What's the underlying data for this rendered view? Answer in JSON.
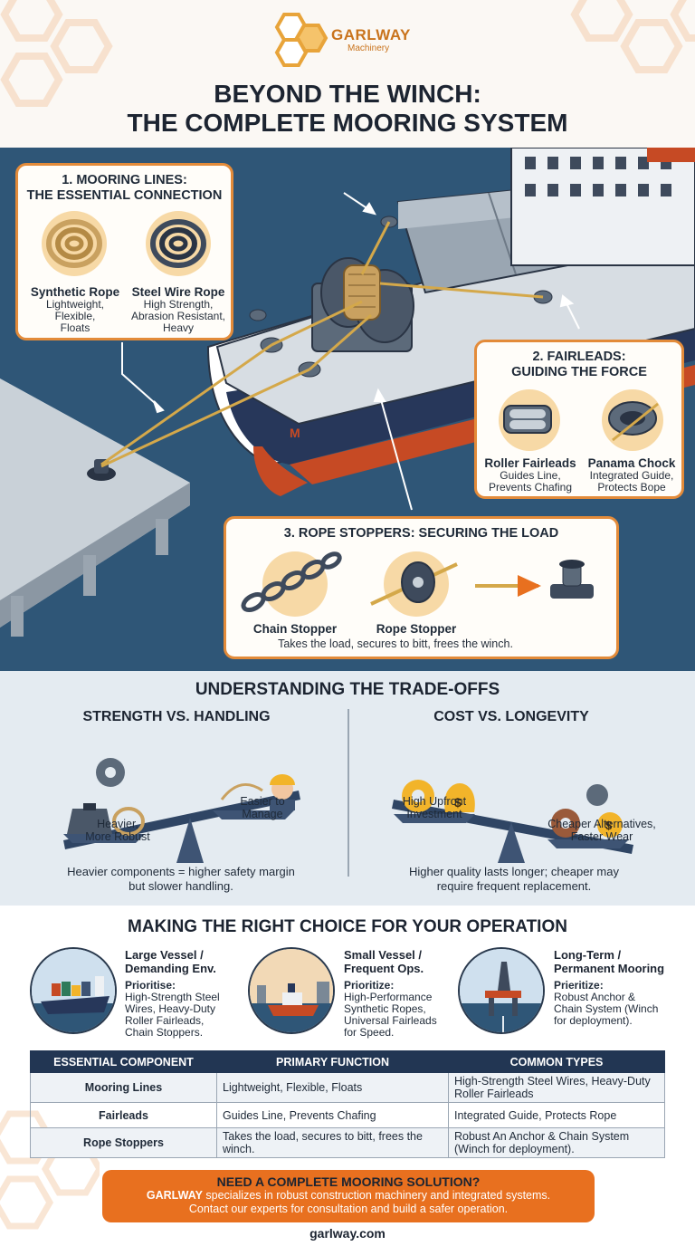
{
  "brand": {
    "name": "GARLWAY",
    "sub": "Machinery"
  },
  "title_line1": "BEYOND THE WINCH:",
  "title_line2": "THE COMPLETE MOORING SYSTEM",
  "mooring_lines": {
    "title_line1": "1. MOORING LINES:",
    "title_line2": "THE ESSENTIAL CONNECTION",
    "items": [
      {
        "name": "Synthetic Rope",
        "desc": [
          "Lightweight,",
          "Flexible,",
          "Floats"
        ]
      },
      {
        "name": "Steel Wire Rope",
        "desc": [
          "High Strength,",
          "Abrasion Resistant,",
          "Heavy"
        ]
      }
    ]
  },
  "fairleads": {
    "title_line1": "2. FAIRLEADS:",
    "title_line2": "GUIDING THE FORCE",
    "items": [
      {
        "name": "Roller Fairleads",
        "desc": [
          "Guides Line,",
          "Prevents Chafing"
        ]
      },
      {
        "name": "Panama Chock",
        "desc": [
          "Integrated Guide,",
          "Protects Bope"
        ]
      }
    ]
  },
  "stoppers": {
    "title": "3. ROPE STOPPERS: SECURING THE LOAD",
    "items": [
      "Chain Stopper",
      "Rope Stopper"
    ],
    "caption": "Takes the load, secures to bitt, frees the winch."
  },
  "tradeoffs": {
    "title": "UNDERSTANDING THE TRADE-OFFS",
    "left": {
      "title": "STRENGTH VS. HANDLING",
      "low_label": [
        "Heavier,",
        "More Robust"
      ],
      "high_label": [
        "Easier to",
        "Manage"
      ],
      "note": [
        "Heavier components = higher safety margin",
        "but slower handling."
      ]
    },
    "right": {
      "title": "COST VS. LONGEVITY",
      "high_label": [
        "High Upfront",
        "Investment"
      ],
      "low_label": [
        "Cheaper Alternatives,",
        "Faster Wear"
      ],
      "note": [
        "Higher quality lasts longer; cheaper may",
        "require frequent replacement."
      ]
    }
  },
  "choice": {
    "title": "MAKING THE RIGHT CHOICE FOR YOUR OPERATION",
    "cases": [
      {
        "head": [
          "Large Vessel /",
          "Demanding Env."
        ],
        "body": [
          "Prioritise:",
          "High-Strength Steel",
          "Wires, Heavy-Duty",
          "Roller Fairleads,",
          "Chain Stoppers."
        ]
      },
      {
        "head": [
          "Small Vessel /",
          "Frequent Ops."
        ],
        "body": [
          "Prioritize:",
          "High-Performance",
          "Synthetic Ropes,",
          "Universal Fairleads",
          "for Speed."
        ]
      },
      {
        "head": [
          "Long-Term /",
          "Permanent Mooring"
        ],
        "body": [
          "Prieritize:",
          "Robust Anchor &",
          "Chain System (Winch",
          "for deployment)."
        ]
      }
    ]
  },
  "table": {
    "headers": [
      "ESSENTIAL COMPONENT",
      "PRIMARY FUNCTION",
      "COMMON TYPES"
    ],
    "rows": [
      [
        "Mooring Lines",
        "Lightweight, Flexible, Floats",
        "High-Strength Steel Wires, Heavy-Duty Roller Fairleads"
      ],
      [
        "Fairleads",
        "Guides Line, Prevents Chafing",
        "Integrated Guide, Protects Rope"
      ],
      [
        "Rope Stoppers",
        "Takes the load, secures to bitt, frees the winch.",
        "Robust An Anchor & Chain System (Winch for deployment)."
      ]
    ]
  },
  "cta": {
    "title": "NEED A COMPLETE MOORING SOLUTION?",
    "brand": "GARLWAY",
    "line1_rest": " specializes in robust construction machinery and integrated systems.",
    "line2": "Contact our experts for consultation and build a safer operation."
  },
  "website": "garlway.com",
  "colors": {
    "accent": "#e38b3a",
    "navy": "#223653",
    "sea": "#2f5677",
    "cta": "#e8701f"
  }
}
